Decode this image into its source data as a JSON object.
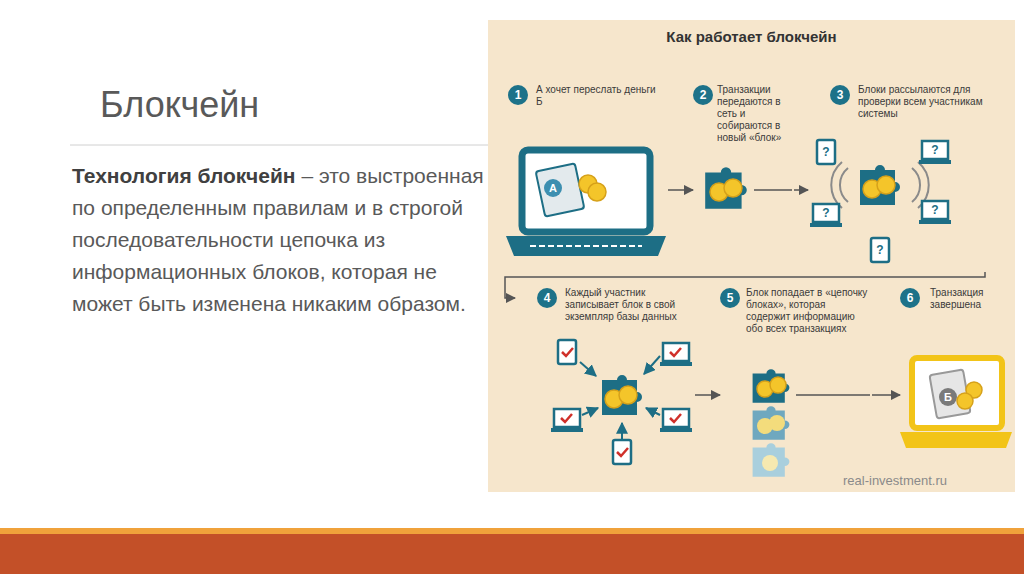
{
  "diagram": {
    "title": "Как работает блокчейн",
    "nodes": [
      {
        "text": [
          "1",
          "А хочет переслать деньги Б"
        ]
      },
      {
        "text": [
          "2",
          "Транзакции передаются в сеть и собираются в новый «блок»"
        ]
      },
      {
        "text": [
          "3",
          "Блоки рассылаются для проверки всем участникам системы"
        ]
      },
      {
        "text": [
          "4",
          "Каждый участник записывает блок в свой экземпляр базы данных"
        ]
      },
      {
        "text": [
          "5",
          "Блок попадает в «цепочку блоках», которая содержит информацию обо всех транзакциях"
        ]
      },
      {
        "text": [
          "6",
          "Транзакция завершена"
        ]
      }
    ],
    "edges": [
      {
        "from": 0,
        "to": 1,
        "arrow": "to"
      },
      {
        "from": 1,
        "to": 2,
        "arrow": "to"
      },
      {
        "from": 2,
        "to": 3,
        "arrow": "to"
      },
      {
        "from": 3,
        "to": 4,
        "arrow": "to"
      },
      {
        "from": 4,
        "to": 5,
        "arrow": "to"
      }
    ],
    "labels": [
      "Блокчейн",
      "Технология блокчейн",
      "– это выстроенная по определенным правилам и в строгой последовательности цепочка из информационных блоков, которая не может быть изменена никаким образом.",
      "А",
      "?",
      "?",
      "?",
      "?",
      "?",
      "Б",
      "real-investment.ru"
    ]
  }
}
